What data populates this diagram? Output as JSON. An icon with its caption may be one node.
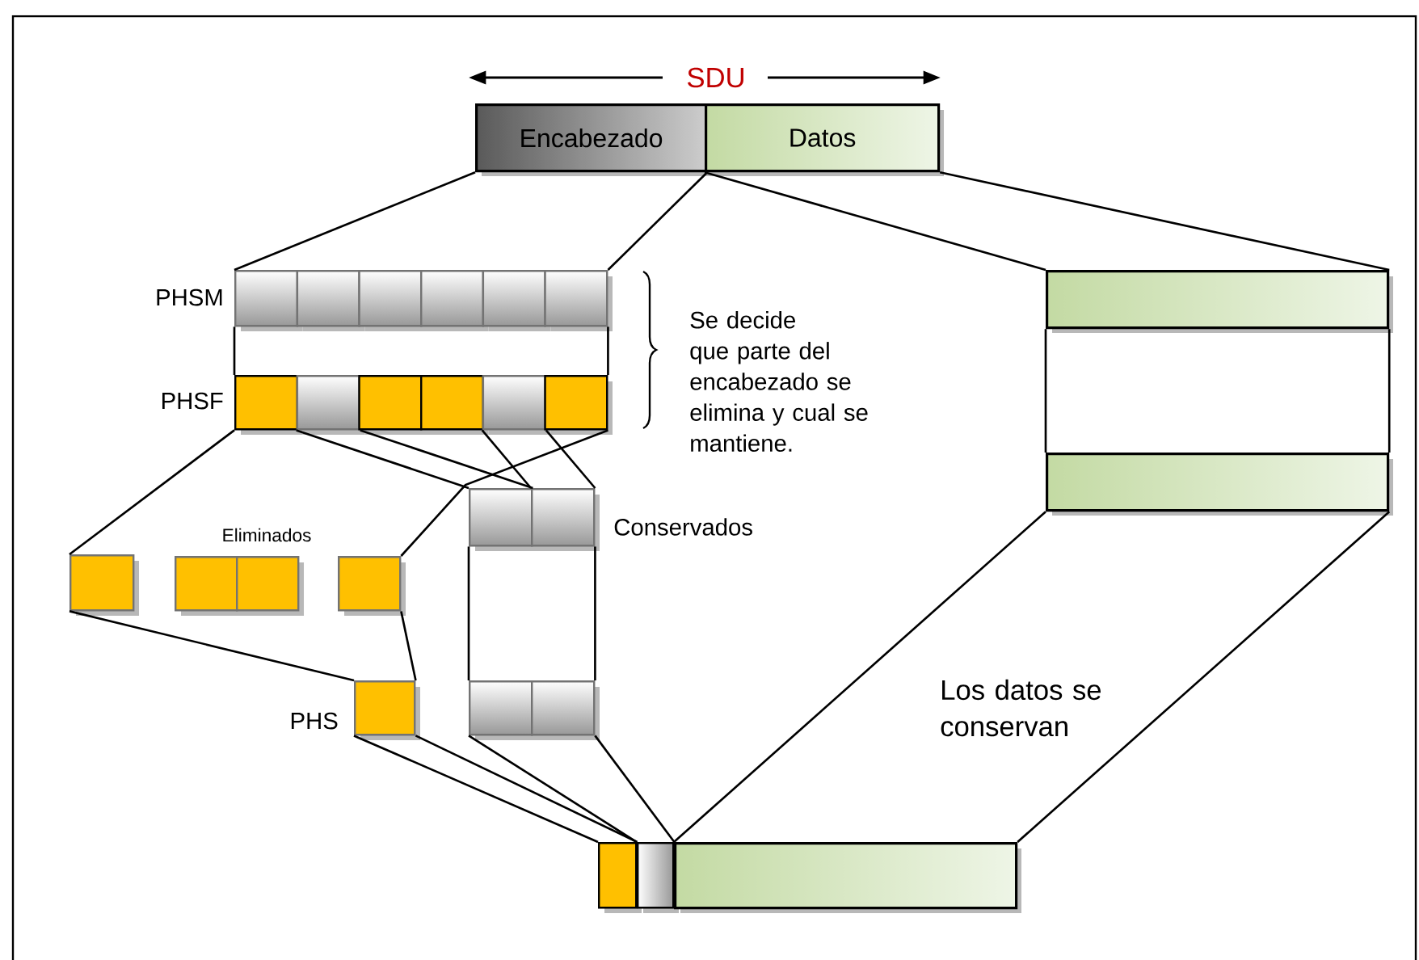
{
  "diagram": {
    "nodes": [
      {
        "text": [
          "Encabezado"
        ]
      },
      {
        "text": [
          "Datos"
        ]
      },
      {
        "text": [],
        "shape": "box"
      },
      {
        "text": [],
        "shape": "box"
      },
      {
        "text": [],
        "shape": "box"
      },
      {
        "text": [],
        "shape": "box"
      },
      {
        "text": [],
        "shape": "box"
      },
      {
        "text": [],
        "shape": "box"
      },
      {
        "text": [],
        "shape": "box"
      },
      {
        "text": [],
        "shape": "box"
      },
      {
        "text": [],
        "shape": "box"
      },
      {
        "text": [],
        "shape": "box"
      },
      {
        "text": [],
        "shape": "box"
      },
      {
        "text": [],
        "shape": "box"
      },
      {
        "text": [],
        "shape": "box"
      },
      {
        "text": [],
        "shape": "box"
      },
      {
        "text": [],
        "shape": "box"
      },
      {
        "text": [],
        "shape": "box"
      },
      {
        "text": [],
        "shape": "box"
      },
      {
        "text": [],
        "shape": "box"
      },
      {
        "text": [],
        "shape": "box"
      },
      {
        "text": [],
        "shape": "box"
      },
      {
        "text": [],
        "shape": "box"
      },
      {
        "text": [],
        "shape": "box"
      },
      {
        "text": [],
        "shape": "box"
      },
      {
        "text": [],
        "shape": "box"
      },
      {
        "text": [],
        "shape": "box"
      },
      {
        "text": [],
        "shape": "box"
      }
    ],
    "edges": [
      {
        "from": 0,
        "to": 2,
        "arrow": "none"
      },
      {
        "from": 0,
        "to": 7,
        "arrow": "none"
      },
      {
        "from": 1,
        "to": 26,
        "arrow": "none"
      },
      {
        "from": 1,
        "to": 26,
        "arrow": "none"
      },
      {
        "from": 2,
        "to": 8,
        "arrow": "none"
      },
      {
        "from": 7,
        "to": 13,
        "arrow": "none"
      },
      {
        "from": 26,
        "to": 27,
        "arrow": "none"
      },
      {
        "from": 26,
        "to": 27,
        "arrow": "none"
      },
      {
        "from": 8,
        "to": 18,
        "arrow": "none"
      },
      {
        "from": 9,
        "to": 14,
        "arrow": "none"
      },
      {
        "from": 9,
        "to": 14,
        "arrow": "none"
      },
      {
        "from": 12,
        "to": 15,
        "arrow": "none"
      },
      {
        "from": 12,
        "to": 15,
        "arrow": "none"
      },
      {
        "from": 13,
        "to": 21,
        "arrow": "none"
      },
      {
        "from": 14,
        "to": 16,
        "arrow": "none"
      },
      {
        "from": 15,
        "to": 17,
        "arrow": "none"
      },
      {
        "from": 18,
        "to": 22,
        "arrow": "none"
      },
      {
        "from": 21,
        "to": 22,
        "arrow": "none"
      },
      {
        "from": 22,
        "to": 23,
        "arrow": "none"
      },
      {
        "from": 22,
        "to": 23,
        "arrow": "none"
      },
      {
        "from": 16,
        "to": 24,
        "arrow": "none"
      },
      {
        "from": 17,
        "to": 24,
        "arrow": "none"
      },
      {
        "from": 27,
        "to": 25,
        "arrow": "none"
      },
      {
        "from": 27,
        "to": 25,
        "arrow": "none"
      }
    ],
    "labels": [
      "SDU",
      "PHSM",
      "Se decide que parte del encabezado se elimina y cual se mantiene.",
      "PHSF",
      "Conservados",
      "Eliminados",
      "PHS",
      "Los datos se conservan"
    ]
  }
}
